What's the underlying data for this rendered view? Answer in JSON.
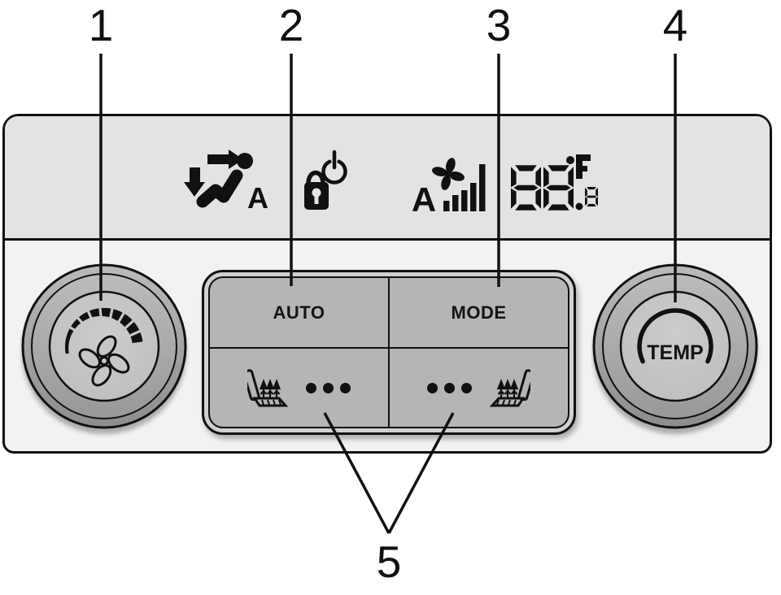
{
  "callouts": {
    "c1": "1",
    "c2": "2",
    "c3": "3",
    "c4": "4",
    "c5": "5"
  },
  "panel": {
    "display": {
      "air_distribution_icon": "seat-airflow-auto",
      "air_distribution_auto_label": "A",
      "power_lock_icon": "lock-power",
      "fan_icon": "fan",
      "fan_auto_label": "A",
      "fan_speed_bars": 5,
      "temperature_display": "88.8°F",
      "temperature_value": "88.8",
      "temperature_unit": "F"
    },
    "buttons": {
      "auto_label": "AUTO",
      "mode_label": "MODE",
      "seat_heat_left_icon": "heated-seat-left",
      "seat_heat_right_icon": "heated-seat-right",
      "seat_heat_level_dots": 3
    },
    "knobs": {
      "fan_knob_icon": "fan",
      "temp_label": "TEMP"
    }
  },
  "colors": {
    "outline": "#111111",
    "display_bg": "#e3e3e6",
    "panel_bg": "#f2f2f3",
    "cluster_bg": "#b5b5b5",
    "bezel_bg": "#d0d0d0",
    "knob_face": "#c6c6c6"
  }
}
